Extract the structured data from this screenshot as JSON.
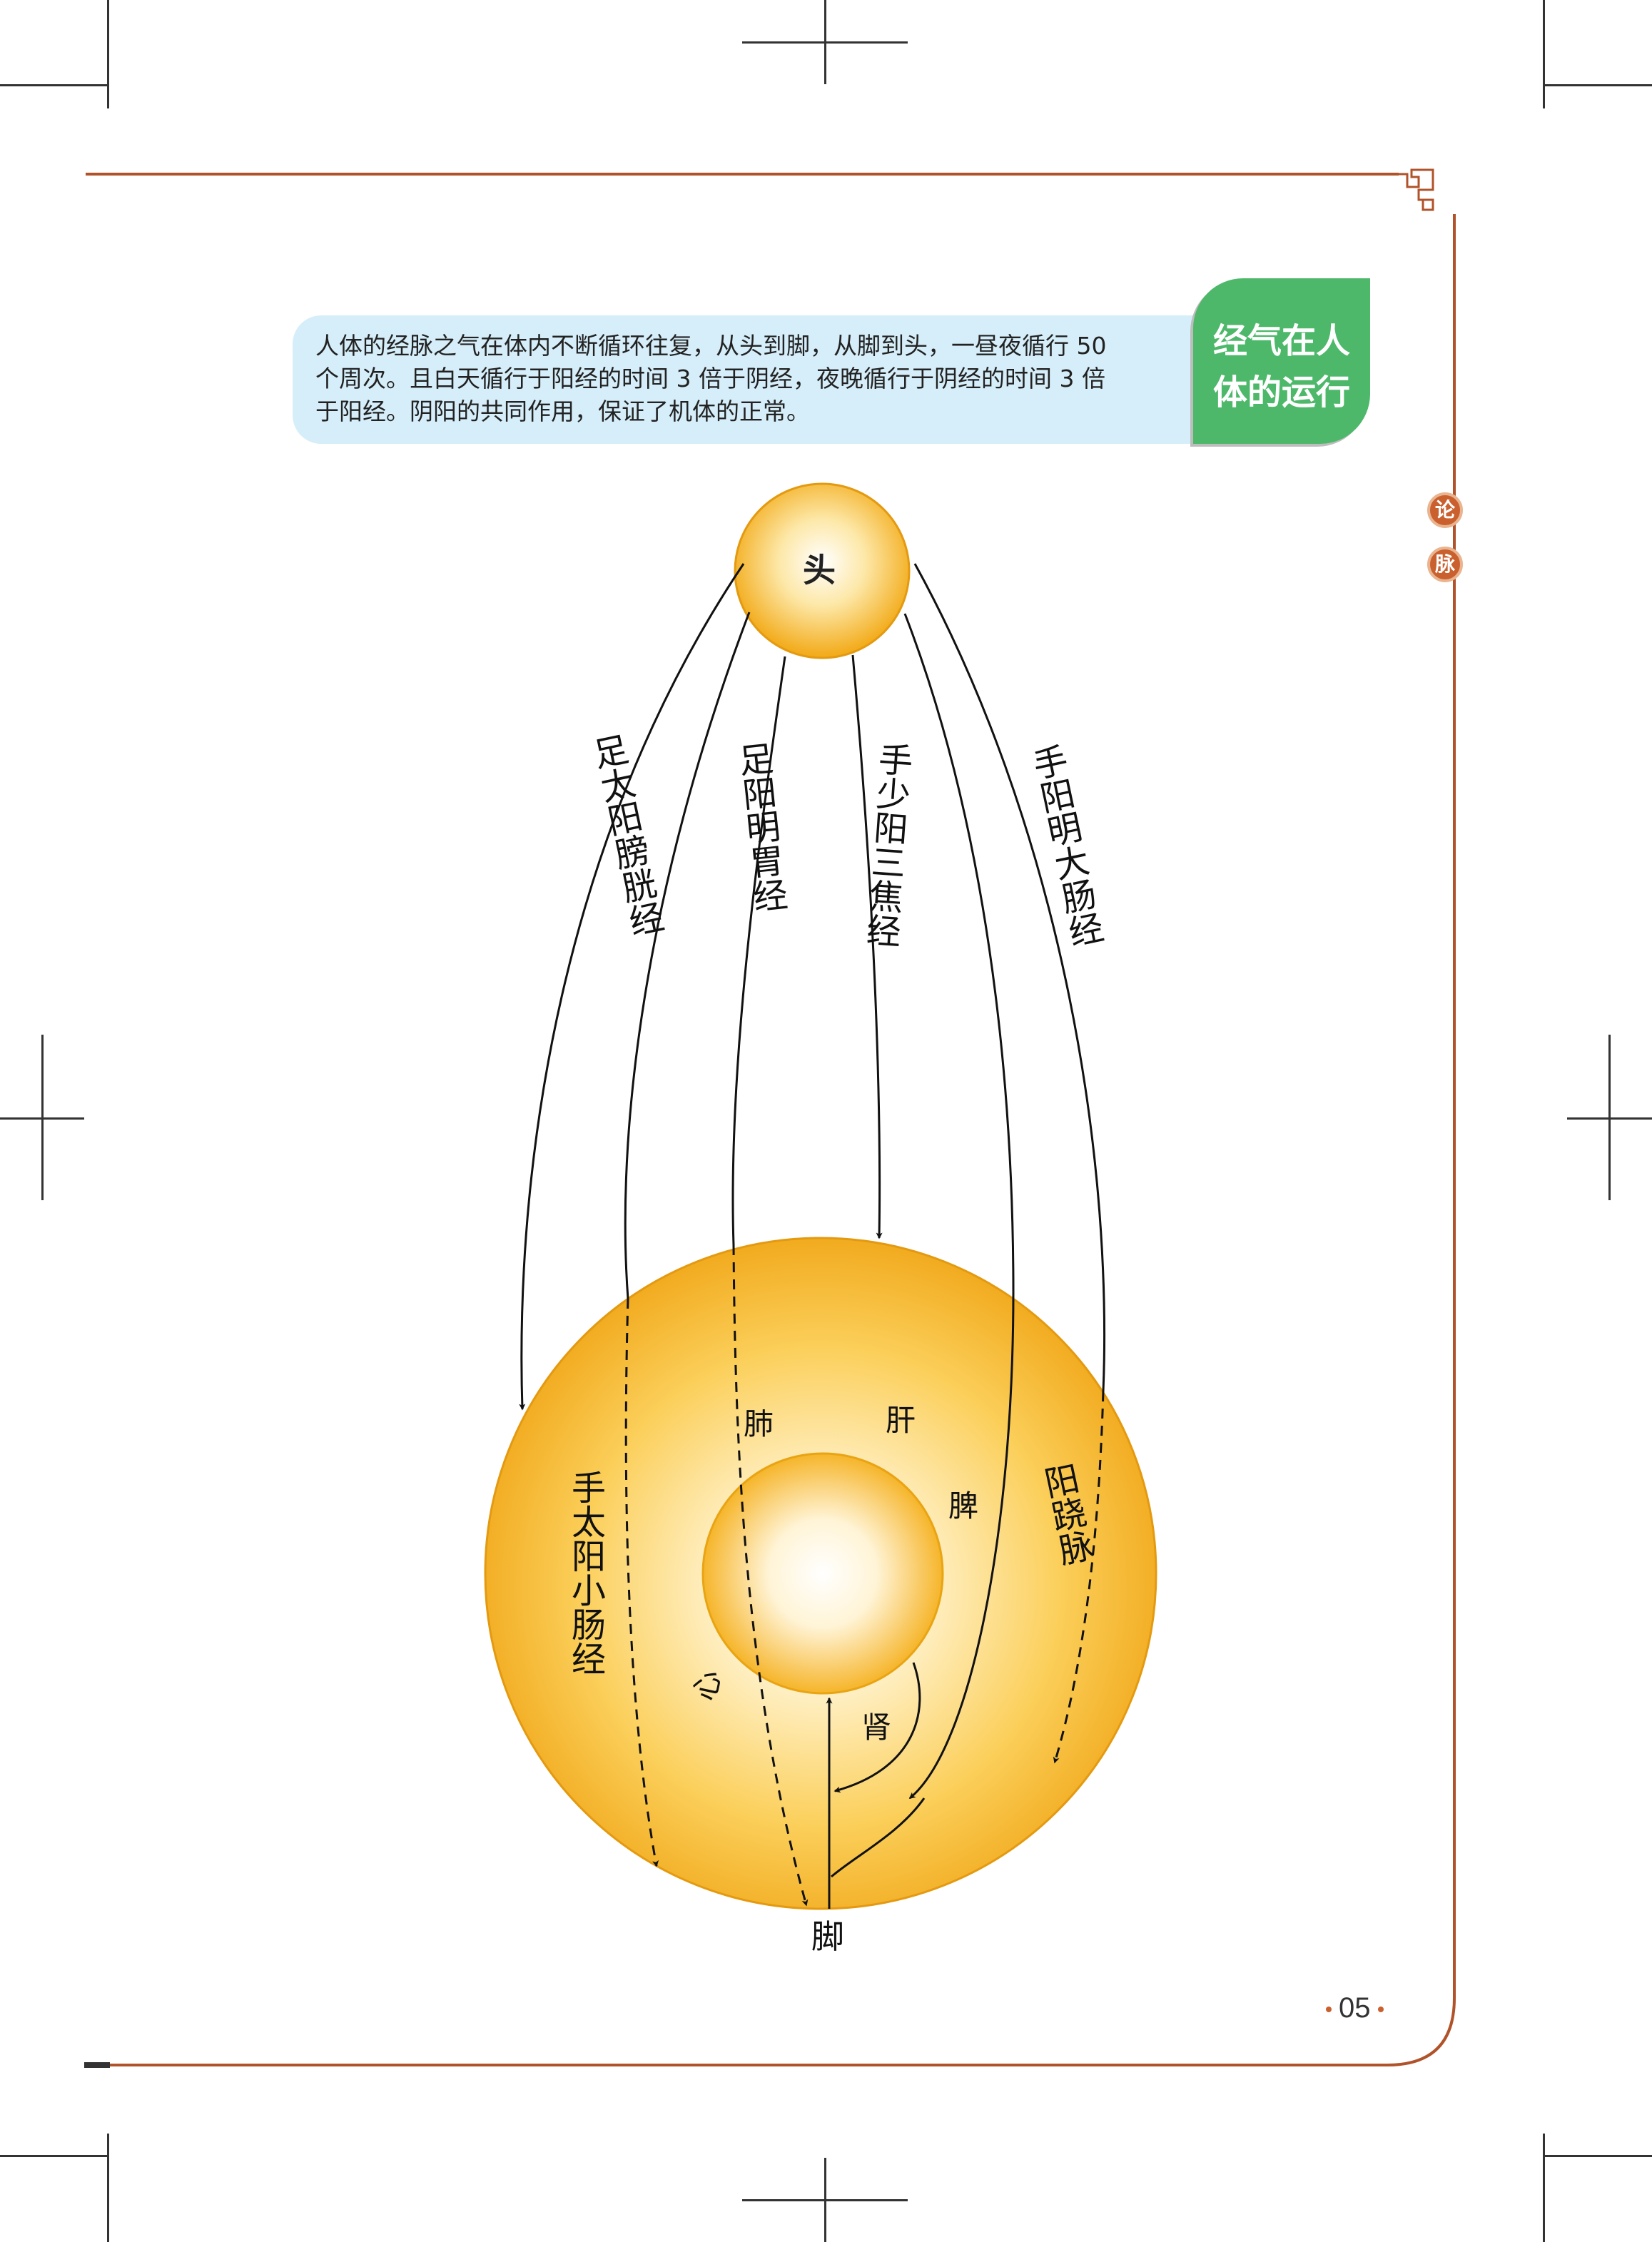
{
  "intro": {
    "lines": [
      "人体的经脉之气在体内不断循环往复，从头到脚，从脚到头，一昼夜循行 50",
      "个周次。且白天循行于阳经的时间 3 倍于阴经，夜晚循行于阴经的时间 3 倍",
      "于阳经。阴阳的共同作用，保证了机体的正常。"
    ]
  },
  "section_tag": {
    "line1": "经气在人",
    "line2": "体的运行"
  },
  "chapter_badges": [
    "论",
    "脉"
  ],
  "diagram": {
    "head": "头",
    "foot": "脚",
    "channels_outer": [
      "足太阳膀胱经",
      "足阳明胃经",
      "手少阳三焦经",
      "手阳明大肠经"
    ],
    "channels_inner": [
      "手太阳小肠经",
      "阳跷脉"
    ],
    "organs": [
      "肺",
      "肝",
      "脾",
      "心",
      "肾"
    ]
  },
  "page_number": "05",
  "colors": {
    "frame": "#b0532a",
    "intro_bg": "#d6eef9",
    "tag_green": "#4db86a",
    "sphere": "#f5b21a"
  }
}
